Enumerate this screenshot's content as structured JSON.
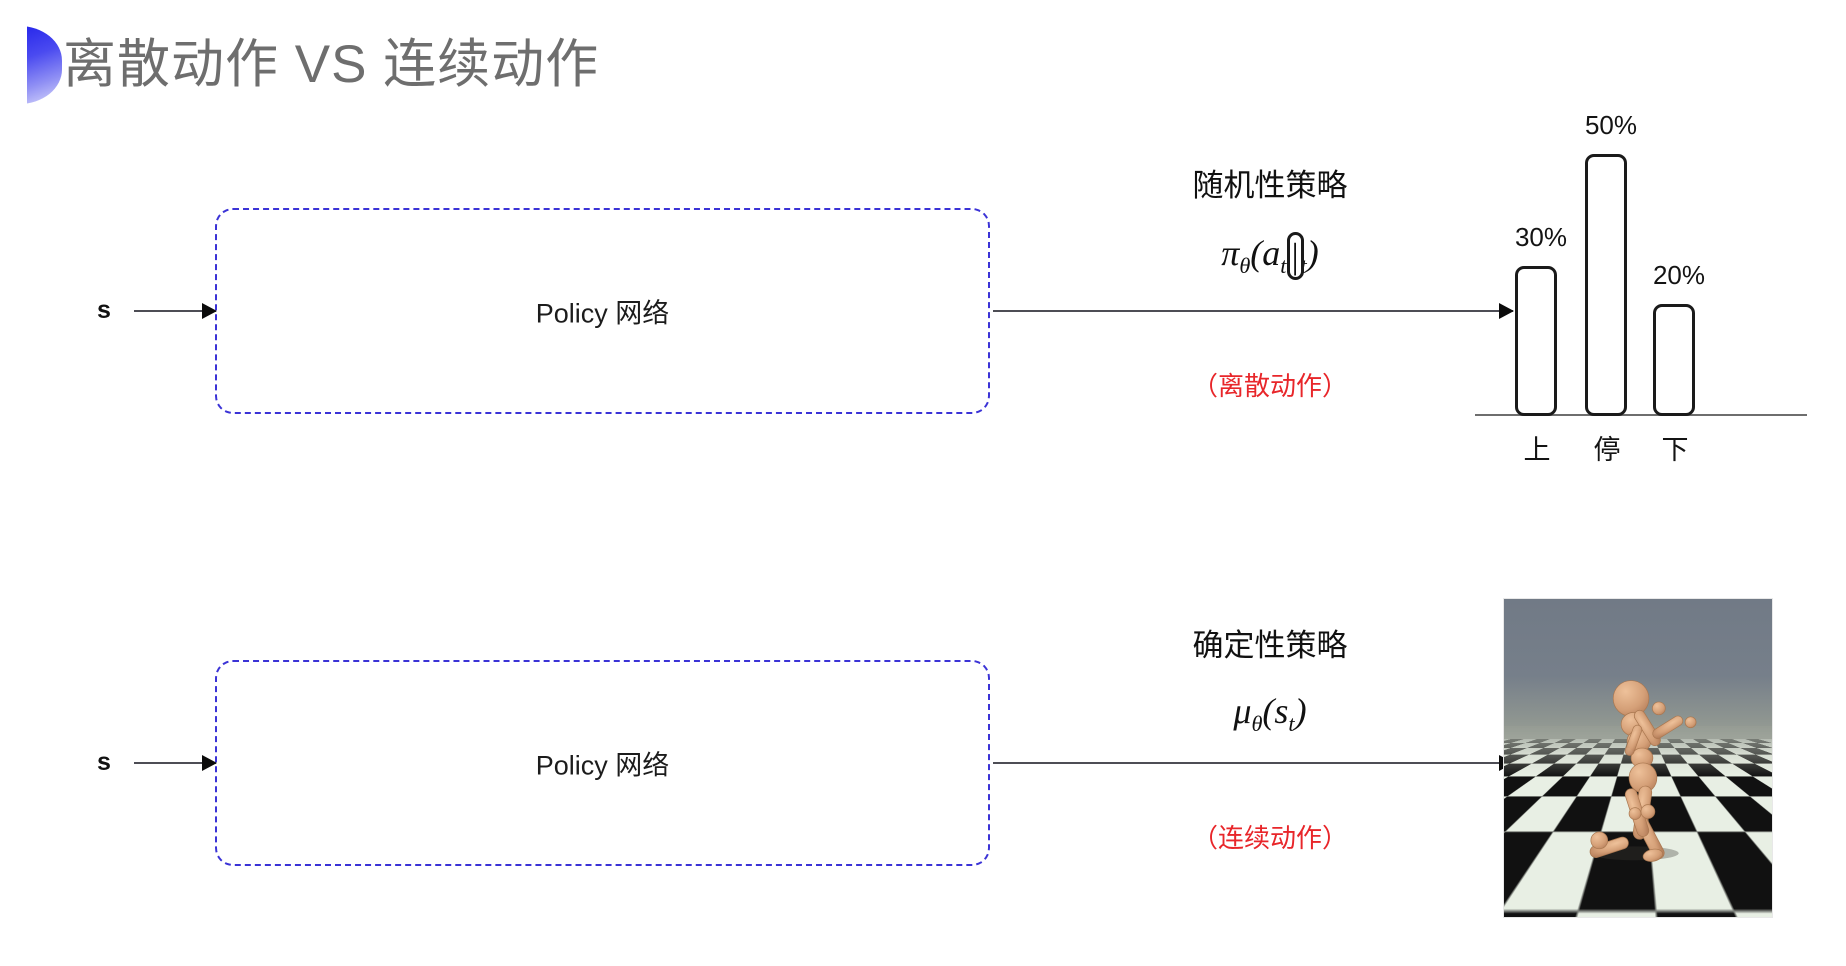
{
  "slide": {
    "title": "离散动作 VS 连续动作",
    "bullet_icon": "half-circle-gradient-bullet",
    "background_color": "#ffffff",
    "title_color": "#6e6e6e",
    "accent_color": "#3b33d6",
    "alert_color": "#e8262a"
  },
  "rows": [
    {
      "input_label": "s",
      "box_label": "Policy 网络",
      "policy_kind": "随机性策略",
      "formula": {
        "head": "π",
        "head_sub": "θ",
        "open": "(",
        "arg1": "a",
        "arg1_sub": "t",
        "bar": "|",
        "arg2": "s",
        "arg2_sub": "t",
        "close": ")",
        "plain": "πθ(at|st)"
      },
      "note": "（离散动作）"
    },
    {
      "input_label": "s",
      "box_label": "Policy 网络",
      "policy_kind": "确定性策略",
      "formula": {
        "head": "μ",
        "head_sub": "θ",
        "open": "(",
        "arg1": "s",
        "arg1_sub": "t",
        "bar": "",
        "arg2": "",
        "arg2_sub": "",
        "close": ")",
        "plain": "μθ(st)"
      },
      "note": "（连续动作）"
    }
  ],
  "chart_data": {
    "type": "bar",
    "title": "",
    "xlabel": "",
    "ylabel": "",
    "categories": [
      "上",
      "停",
      "下"
    ],
    "values": [
      30,
      50,
      20
    ],
    "value_labels": [
      "30%",
      "50%",
      "20%"
    ],
    "ylim": [
      0,
      60
    ],
    "grid": false,
    "legend": null,
    "bar_style": {
      "fill": "#ffffff",
      "stroke": "#1a1a1a",
      "rounded": true
    },
    "axis_color": "#6e6e6e"
  },
  "figure": {
    "caption": "",
    "alt": "humanoid-mujoco-render",
    "sky_color": "#767f8a",
    "floor_colors": [
      "#111111",
      "#e8efe4"
    ],
    "body_color": "#d9a27a"
  }
}
